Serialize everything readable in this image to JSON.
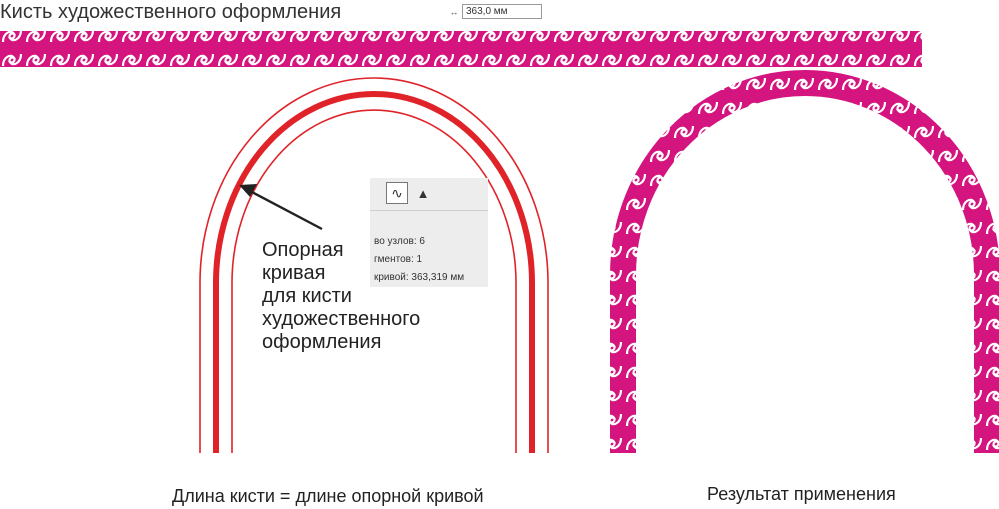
{
  "header": {
    "title": "Кисть художественного оформления",
    "width_value": "363,0 мм",
    "width_icon": "↔"
  },
  "properties_panel": {
    "curve_tool_icon": "curve-icon",
    "image_tool_icon": "image-icon",
    "rows": [
      {
        "text": "во узлов: 6"
      },
      {
        "text": "гментов: 1"
      },
      {
        "text": "кривой: 363,319 мм"
      }
    ]
  },
  "caption": {
    "lines": [
      "Опорная",
      "кривая",
      "для кисти",
      "художественного",
      "оформления"
    ]
  },
  "labels": {
    "length_equal": "Длина кисти = длине опорной кривой",
    "result": "Результат применения"
  },
  "colors": {
    "ornament": "#d4147f",
    "guide_curve": "#e02329",
    "arrow": "#222222"
  }
}
